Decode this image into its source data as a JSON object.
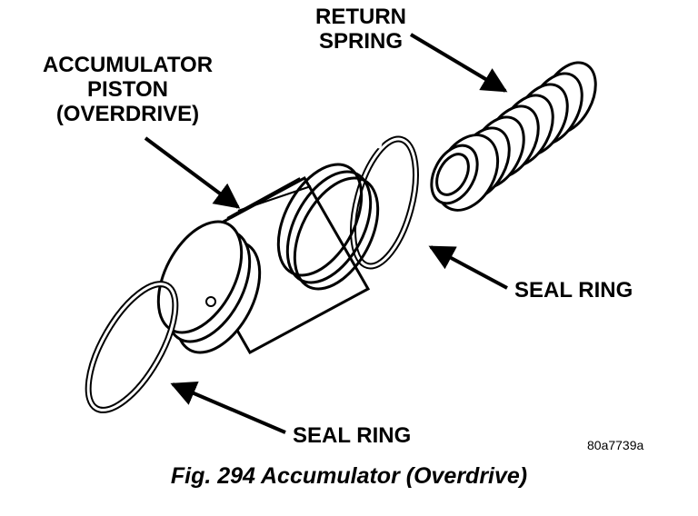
{
  "labels": {
    "return_spring": [
      "RETURN",
      "SPRING"
    ],
    "accumulator_piston": [
      "ACCUMULATOR",
      "PISTON",
      "(OVERDRIVE)"
    ],
    "seal_ring_upper": "SEAL RING",
    "seal_ring_lower": "SEAL RING"
  },
  "figure_id": "80a7739a",
  "caption": "Fig. 294 Accumulator (Overdrive)",
  "colors": {
    "ink": "#000000",
    "paper": "#ffffff"
  }
}
